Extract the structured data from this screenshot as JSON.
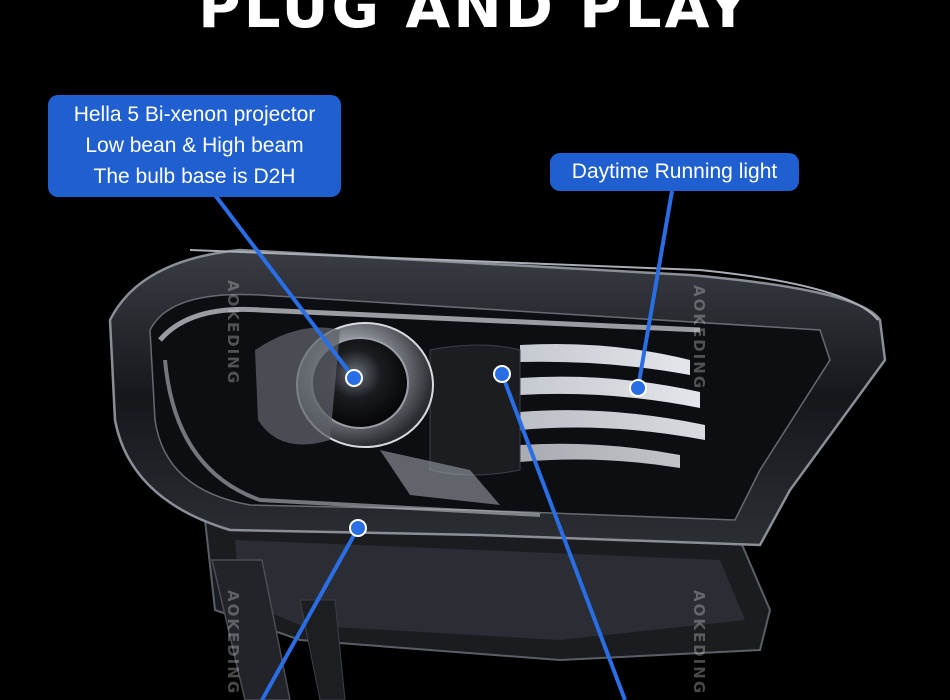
{
  "page": {
    "title": "PLUG AND PLAY"
  },
  "callouts": {
    "projector": {
      "lines": [
        "Hella 5 Bi-xenon projector",
        "Low bean & High beam",
        "The bulb base is D2H"
      ]
    },
    "drl": {
      "label": "Daytime Running light"
    }
  },
  "watermark": {
    "text": "AOKEDING"
  },
  "colors": {
    "background": "#000000",
    "callout": "#1f5fd0",
    "pointer": "#2a6ee6",
    "title": "#ffffff"
  }
}
